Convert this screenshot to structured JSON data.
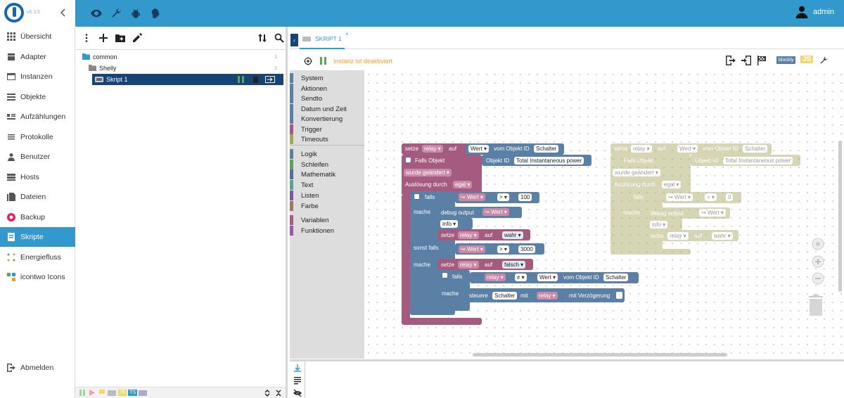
{
  "app": {
    "version": "v6.3.5"
  },
  "header": {
    "user": "admin"
  },
  "sidebar": {
    "items": [
      {
        "label": "Übersicht"
      },
      {
        "label": "Adapter"
      },
      {
        "label": "Instanzen"
      },
      {
        "label": "Objekte"
      },
      {
        "label": "Aufzählungen"
      },
      {
        "label": "Protokolle"
      },
      {
        "label": "Benutzer"
      },
      {
        "label": "Hosts"
      },
      {
        "label": "Dateien"
      },
      {
        "label": "Backup"
      },
      {
        "label": "Skripte"
      },
      {
        "label": "Energiefluss"
      },
      {
        "label": "icontwo Icons"
      }
    ],
    "logout": "Abmelden"
  },
  "tree": {
    "items": [
      {
        "label": "common",
        "count": "1"
      },
      {
        "label": "Shelly",
        "count": "1"
      },
      {
        "label": "Skript 1"
      }
    ],
    "bottom_badges": [
      "JS",
      "TS"
    ]
  },
  "editor": {
    "tab_label": "SKRIPT 1",
    "status_text": "Instanz ist deaktiviert",
    "blockly_label": "blockly",
    "js_label": "JS",
    "colors": {
      "warning": "#f0a030",
      "accent": "#3399cc",
      "selected": "#164477"
    }
  },
  "toolbox": {
    "categories": [
      {
        "label": "System",
        "color": "#5b80a5"
      },
      {
        "label": "Aktionen",
        "color": "#5b80a5"
      },
      {
        "label": "Sendto",
        "color": "#5b80a5"
      },
      {
        "label": "Datum und Zeit",
        "color": "#5b80a5"
      },
      {
        "label": "Konvertierung",
        "color": "#5b80a5"
      },
      {
        "label": "Trigger",
        "color": "#a55b80"
      },
      {
        "label": "Timeouts",
        "color": "#a5a55b"
      },
      {
        "label": "Logik",
        "color": "#5b80a5"
      },
      {
        "label": "Schleifen",
        "color": "#5ba55b"
      },
      {
        "label": "Mathematik",
        "color": "#5b67a5"
      },
      {
        "label": "Text",
        "color": "#5ba58c"
      },
      {
        "label": "Listen",
        "color": "#745ba5"
      },
      {
        "label": "Farbe",
        "color": "#a5745b"
      },
      {
        "label": "Variablen",
        "color": "#a55b80"
      },
      {
        "label": "Funktionen",
        "color": "#995ba5"
      }
    ]
  },
  "blocks": {
    "setze": "setze",
    "relay": "relay",
    "auf": "auf",
    "wert": "Wert",
    "vom_objekt_id": "vom Objekt ID",
    "schalter": "Schalter",
    "falls_objekt": "Falls Objekt",
    "objekt_id": "Objekt ID",
    "total_power": "Total Instantaneous power",
    "wurde_geaendert": "wurde geändert",
    "ausloesung_durch": "Auslösung durch",
    "egal": "egal",
    "falls": "falls",
    "gt": ">",
    "ne": "≠",
    "hundred": "100",
    "three_thousand": "3000",
    "zero": "0",
    "mache": "mache",
    "debug_output": "debug output",
    "info": "info",
    "wahr": "wahr",
    "falsch": "falsch",
    "sonst_falls": "sonst falls",
    "steuere": "steuere",
    "mit": "mit",
    "mit_verzoegerung": "mit Verzögerung"
  }
}
